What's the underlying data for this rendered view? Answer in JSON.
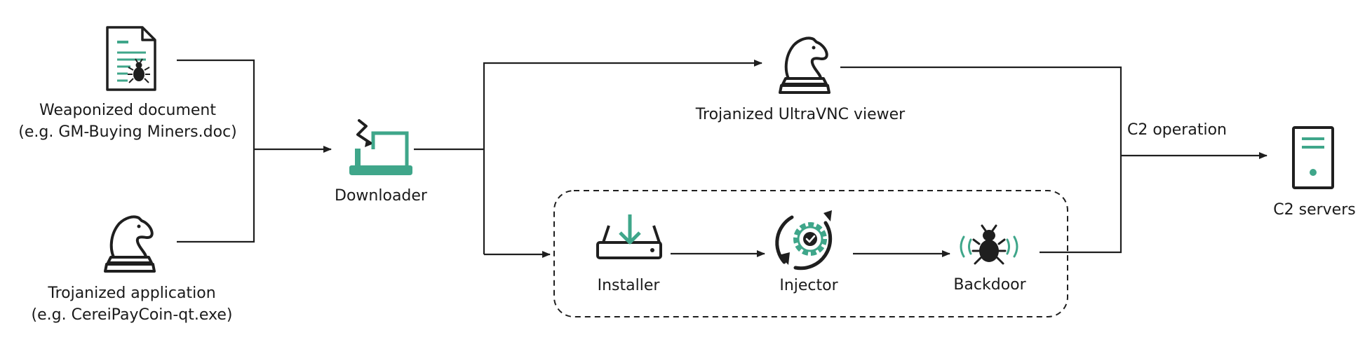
{
  "colors": {
    "accent": "#3fa68a",
    "line": "#1f1f1f",
    "text": "#1a1a1a",
    "background": "#ffffff"
  },
  "nodes": {
    "weaponized_document": {
      "icon": "document-with-bug-icon",
      "line1": "Weaponized document",
      "line2": "(e.g. GM-Buying Miners.doc)"
    },
    "trojanized_application": {
      "icon": "knight-chess-icon",
      "line1": "Trojanized application",
      "line2": "(e.g. CereiPayCoin-qt.exe)"
    },
    "downloader": {
      "icon": "laptop-download-icon",
      "label": "Downloader"
    },
    "ultravnc_viewer": {
      "icon": "knight-chess-icon",
      "label": "Trojanized UltraVNC viewer"
    },
    "installer": {
      "icon": "drive-download-icon",
      "label": "Installer"
    },
    "injector": {
      "icon": "cycle-gear-check-icon",
      "label": "Injector"
    },
    "backdoor": {
      "icon": "bug-signal-icon",
      "label": "Backdoor"
    },
    "c2_servers": {
      "icon": "server-tower-icon",
      "label": "C2 servers"
    }
  },
  "edges": {
    "c2_operation": "C2 operation"
  }
}
